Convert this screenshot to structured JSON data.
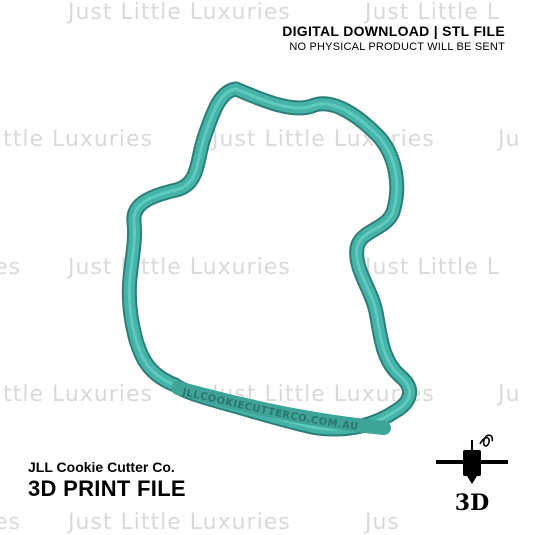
{
  "watermark": {
    "text": "Just Little Luxuries",
    "partial_left": "ittle Luxuries",
    "partial_right": "Ju",
    "partial_es": "es",
    "partial_jus": "Jus",
    "partial_just_little_l": "Just Little L"
  },
  "header": {
    "title": "DIGITAL DOWNLOAD | STL FILE",
    "subtitle": "NO PHYSICAL PRODUCT WILL BE SENT"
  },
  "brand": {
    "company": "JLL Cookie Cutter Co.",
    "product_type": "3D PRINT FILE"
  },
  "printer_icon": {
    "label": "3D"
  },
  "cutter": {
    "color": "#45b3a8",
    "shadow_color": "#2c7f78",
    "embossed_text": "JLLCOOKIECUTTERCO.COM.AU"
  }
}
